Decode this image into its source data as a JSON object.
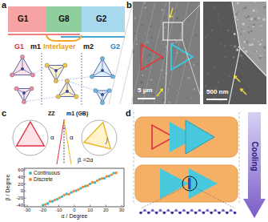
{
  "diagram": {
    "nodes": [
      {
        "text": [
          "G1"
        ]
      },
      {
        "text": [
          "G8"
        ]
      },
      {
        "text": [
          "G2"
        ]
      },
      {
        "text": [
          "Cooling"
        ]
      }
    ],
    "labels": [
      "a",
      "b",
      "c",
      "d",
      "G1",
      "m1",
      "Interlayer",
      "m2",
      "G2",
      "5 μm",
      "500 nm",
      "ZZ",
      "m1 (GB)",
      "α",
      "α",
      "β =2α",
      "β / Degree",
      "α / Degree",
      "-30",
      "-20",
      "-10",
      "0",
      "10",
      "20",
      "30",
      "-40",
      "-20",
      "0",
      "20",
      "40",
      "60"
    ],
    "legend": [
      {
        "text": "Continuous",
        "color": "#3fb6c8"
      },
      {
        "text": "Discrete",
        "color": "#f08a30"
      }
    ]
  }
}
